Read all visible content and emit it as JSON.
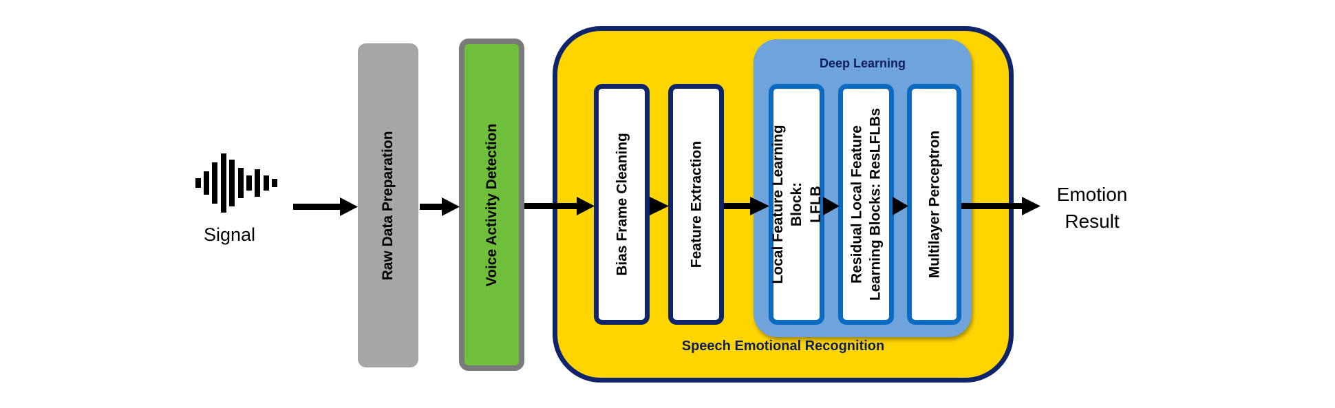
{
  "input_label": "Signal",
  "output_label": "Emotion Result",
  "output_lines": [
    "Emotion",
    "Result"
  ],
  "stages": {
    "raw": "Raw Data Preparation",
    "vad": "Voice Activity Detection",
    "ser": "Speech Emotional Recognition",
    "bfc": "Bias Frame Cleaning",
    "fe": "Feature Extraction",
    "dl": "Deep Learning",
    "lflb_lines": [
      "Local Feature Learning Block:",
      "LFLB"
    ],
    "res_lines": [
      "Residual Local Feature",
      "Learning Blocks: ResLFLBs"
    ],
    "mlp": "Multilayer Perceptron"
  },
  "colors": {
    "raw": "#a6a6a6",
    "vad": "#70bf3a",
    "vad_border": "#7a7a7a",
    "ser": "#ffd500",
    "ser_border": "#10246b",
    "dl": "#6ea4db",
    "inner_border_navy": "#10246b",
    "inner_border_blue": "#0b6ac2"
  },
  "icons": {
    "signal": "sound-wave-icon",
    "arrow": "arrow-right-icon"
  }
}
